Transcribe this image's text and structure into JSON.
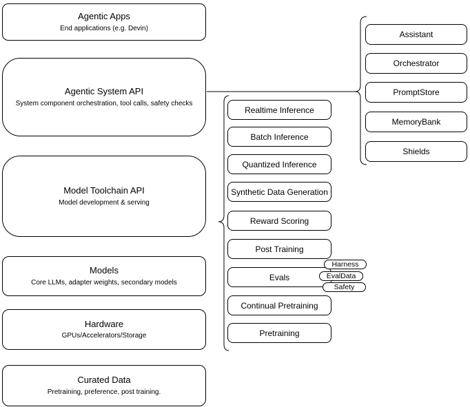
{
  "diagram": {
    "left_stack": [
      {
        "title": "Agentic Apps",
        "subtitle": "End applications (e.g. Devin)"
      },
      {
        "title": "Agentic System API",
        "subtitle": "System component orchestration, tool calls, safety checks"
      },
      {
        "title": "Model Toolchain API",
        "subtitle": "Model development & serving"
      },
      {
        "title": "Models",
        "subtitle": "Core LLMs, adapter weights, secondary models"
      },
      {
        "title": "Hardware",
        "subtitle": "GPUs/Accelerators/Storage"
      },
      {
        "title": "Curated Data",
        "subtitle": "Pretraining, preference, post training."
      }
    ],
    "toolchain_items": [
      {
        "label": "Realtime Inference"
      },
      {
        "label": "Batch Inference"
      },
      {
        "label": "Quantized Inference"
      },
      {
        "label": "Synthetic Data Generation"
      },
      {
        "label": "Reward Scoring"
      },
      {
        "label": "Post Training"
      },
      {
        "label": "Evals"
      },
      {
        "label": "Continual Pretraining"
      },
      {
        "label": "Pretraining"
      }
    ],
    "eval_tags": [
      {
        "label": "Harness"
      },
      {
        "label": "EvalData"
      },
      {
        "label": "Safety"
      }
    ],
    "system_components": [
      {
        "label": "Assistant"
      },
      {
        "label": "Orchestrator"
      },
      {
        "label": "PromptStore"
      },
      {
        "label": "MemoryBank"
      },
      {
        "label": "Shields"
      }
    ],
    "colors": {
      "stroke": "#000000",
      "fill": "#ffffff",
      "text": "#000000"
    }
  }
}
